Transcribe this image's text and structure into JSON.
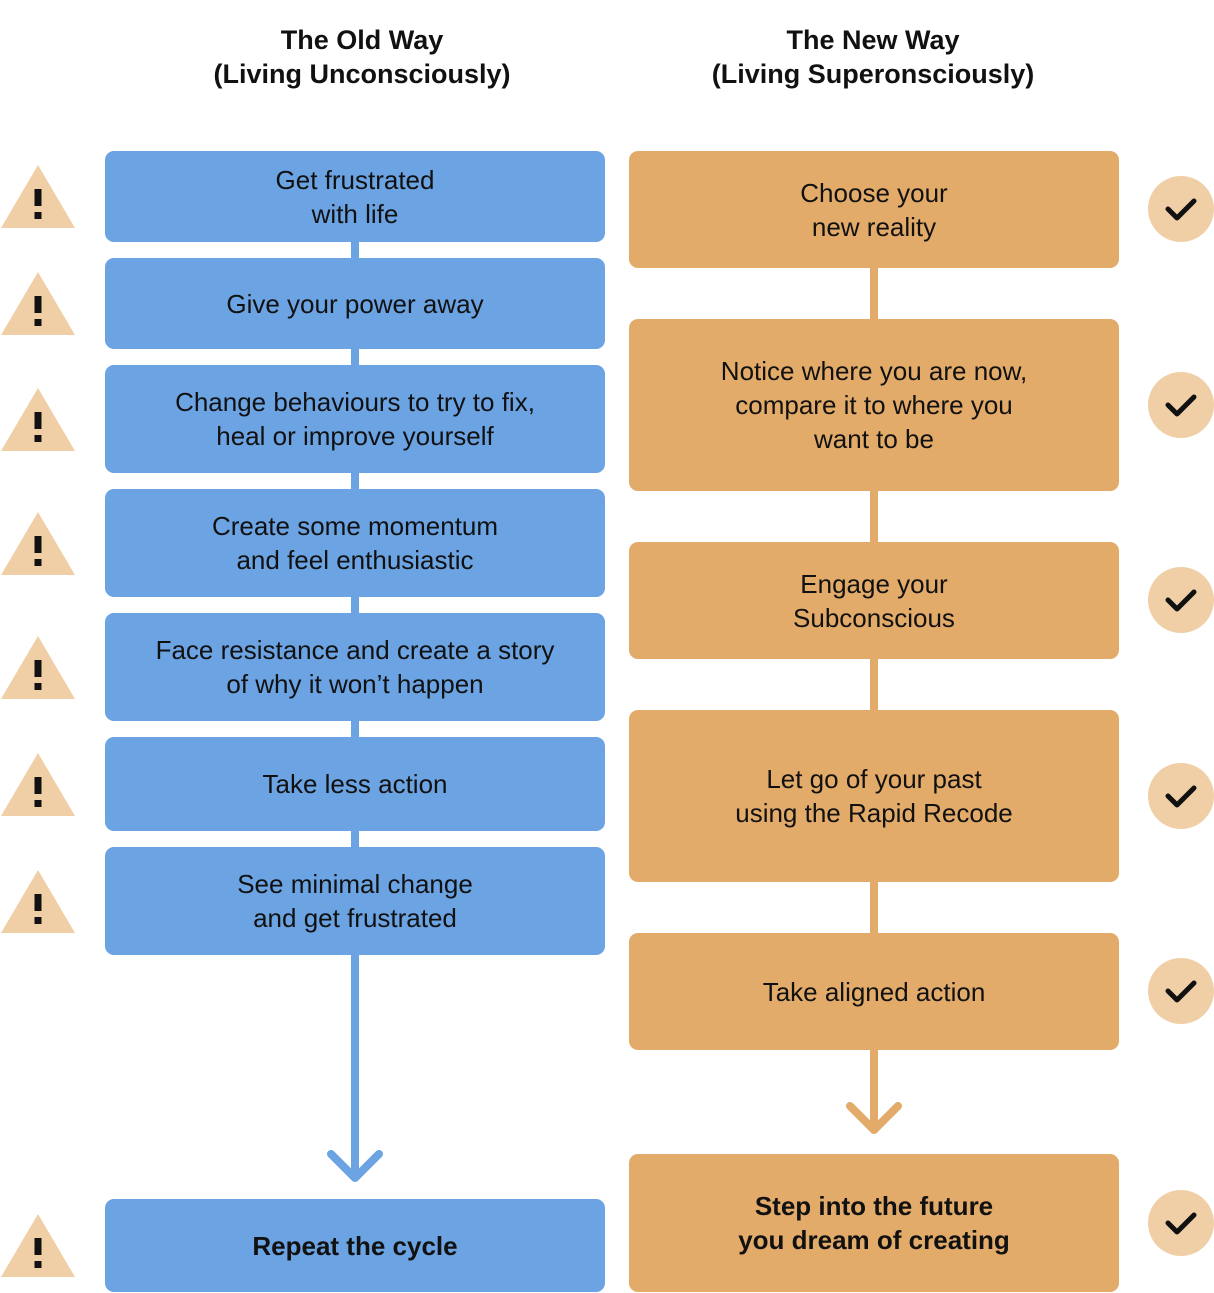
{
  "headers": {
    "old_way": {
      "line1": "The Old Way",
      "line2": "(Living Unconsciously)"
    },
    "new_way": {
      "line1": "The New Way",
      "line2": "(Living Superonsciously)"
    }
  },
  "old_way_steps": [
    {
      "line1": "Get frustrated",
      "line2": "with life"
    },
    {
      "line1": "Give your power away",
      "line2": ""
    },
    {
      "line1": "Change behaviours to try to fix,",
      "line2": "heal or improve yourself"
    },
    {
      "line1": "Create some momentum",
      "line2": "and feel enthusiastic"
    },
    {
      "line1": "Face resistance and create a story",
      "line2": "of why it won’t happen"
    },
    {
      "line1": "Take less action",
      "line2": ""
    },
    {
      "line1": "See minimal change",
      "line2": "and get frustrated"
    }
  ],
  "old_way_final": {
    "line1": "Repeat the cycle"
  },
  "new_way_steps": [
    {
      "line1": "Choose your",
      "line2": "new reality",
      "line3": ""
    },
    {
      "line1": "Notice where you are now,",
      "line2": "compare it to where you",
      "line3": "want to be"
    },
    {
      "line1": "Engage your",
      "line2": "Subconscious",
      "line3": ""
    },
    {
      "line1": "Let go of your past",
      "line2": "using the Rapid Recode",
      "line3": ""
    },
    {
      "line1": "Take aligned action",
      "line2": "",
      "line3": ""
    }
  ],
  "new_way_final": {
    "line1": "Step into the future",
    "line2": "you dream of creating"
  },
  "icons": {
    "old_way_marker": "warning-triangle-icon",
    "new_way_marker": "checkmark-circle-icon"
  },
  "colors": {
    "old_way": "#6ca3e3",
    "new_way": "#e3ab69",
    "warning_fill": "#f0cfa6",
    "check_fill": "#f0cfa6",
    "text": "#111111"
  }
}
